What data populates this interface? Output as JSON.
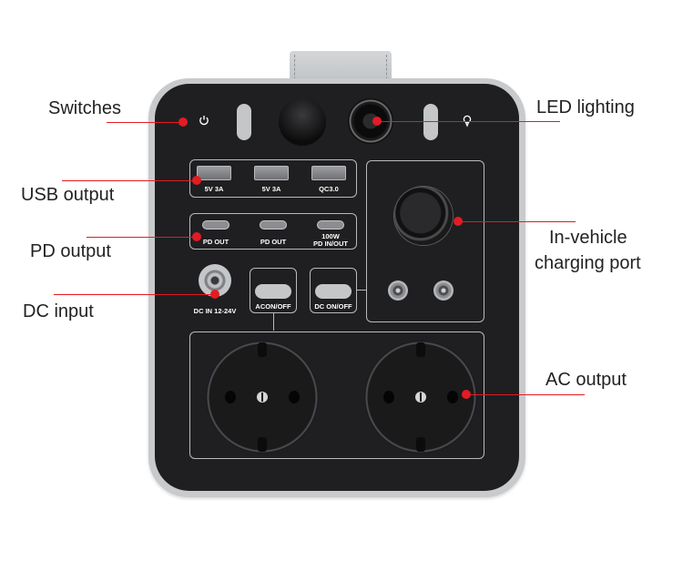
{
  "diagram": {
    "subject": "portable power station front panel",
    "accent_color": "#e31b23",
    "body_color": "#1f1f21",
    "frame_color": "#c8cacc"
  },
  "callouts": {
    "switches": "Switches",
    "usb_output": "USB output",
    "pd_output": "PD output",
    "dc_input": "DC input",
    "led_lighting": "LED lighting",
    "in_vehicle_line1": "In-vehicle",
    "in_vehicle_line2": "charging port",
    "ac_output": "AC output"
  },
  "panel": {
    "top_row": {
      "power_icon": "power-icon",
      "led_icon": "lightbulb-icon"
    },
    "usb_ports": [
      {
        "label": "5V 3A"
      },
      {
        "label": "5V 3A"
      },
      {
        "label": "QC3.0"
      }
    ],
    "pd_ports": [
      {
        "label": "PD  OUT"
      },
      {
        "label": "PD  OUT"
      },
      {
        "label_line1": "100W",
        "label_line2": "PD IN/OUT"
      }
    ],
    "dc_input_label": "DC IN 12-24V",
    "ac_switch_label": "ACON/OFF",
    "dc_switch_label": "DC ON/OFF"
  }
}
